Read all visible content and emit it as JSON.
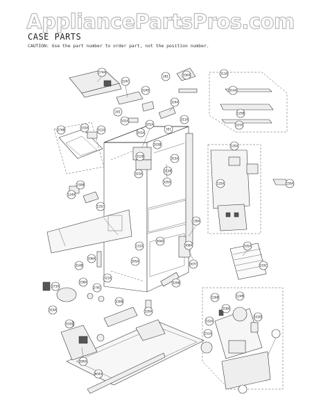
{
  "watermark": "AppliancePartsPros.com",
  "title": "CASE PARTS",
  "caution": "CAUTION: Use the part number to order part, not the position number.",
  "callouts": [
    "274A",
    "324C",
    "324E",
    "201",
    "102A",
    "324A",
    "281",
    "201A",
    "101A",
    "311A",
    "301",
    "103A",
    "274B",
    "312A",
    "312B",
    "323A",
    "315A",
    "315B",
    "320A",
    "103B",
    "330A",
    "120A",
    "313A",
    "314A",
    "125A",
    "125B",
    "107A",
    "150A",
    "150B",
    "124A",
    "125C",
    "126A",
    "131A",
    "304A",
    "307C",
    "308A",
    "106A",
    "305A",
    "320B",
    "105A",
    "103C",
    "314B",
    "273A",
    "158A",
    "274C",
    "321A",
    "330B",
    "329A",
    "319A",
    "310A",
    "280A",
    "604A",
    "126B",
    "318A",
    "124B",
    "103D",
    "152A",
    "151A"
  ]
}
